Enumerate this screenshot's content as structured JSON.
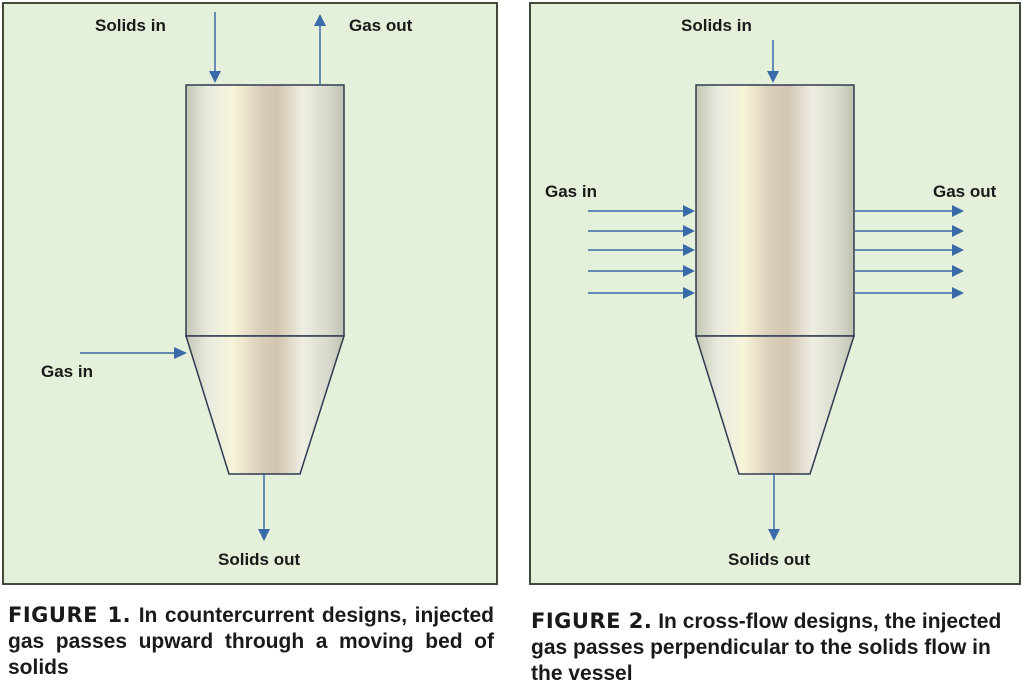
{
  "figure1": {
    "labels": {
      "solids_in": "Solids in",
      "gas_out": "Gas out",
      "gas_in": "Gas in",
      "solids_out": "Solids out"
    },
    "caption_number": "FIGURE 1.",
    "caption_text": "In countercurrent designs, injected gas passes upward through a moving bed of solids"
  },
  "figure2": {
    "labels": {
      "solids_in": "Solids in",
      "gas_in": "Gas in",
      "gas_out": "Gas out",
      "solids_out": "Solids out"
    },
    "caption_number": "FIGURE 2.",
    "caption_text": "In cross-flow designs, the injected gas passes perpendicular to the solids flow in the vessel"
  },
  "colors": {
    "panel_bg": "#e4f0da",
    "panel_border": "#3f4a3b",
    "arrow": "#3a6aa8",
    "text": "#1a1a1a"
  }
}
